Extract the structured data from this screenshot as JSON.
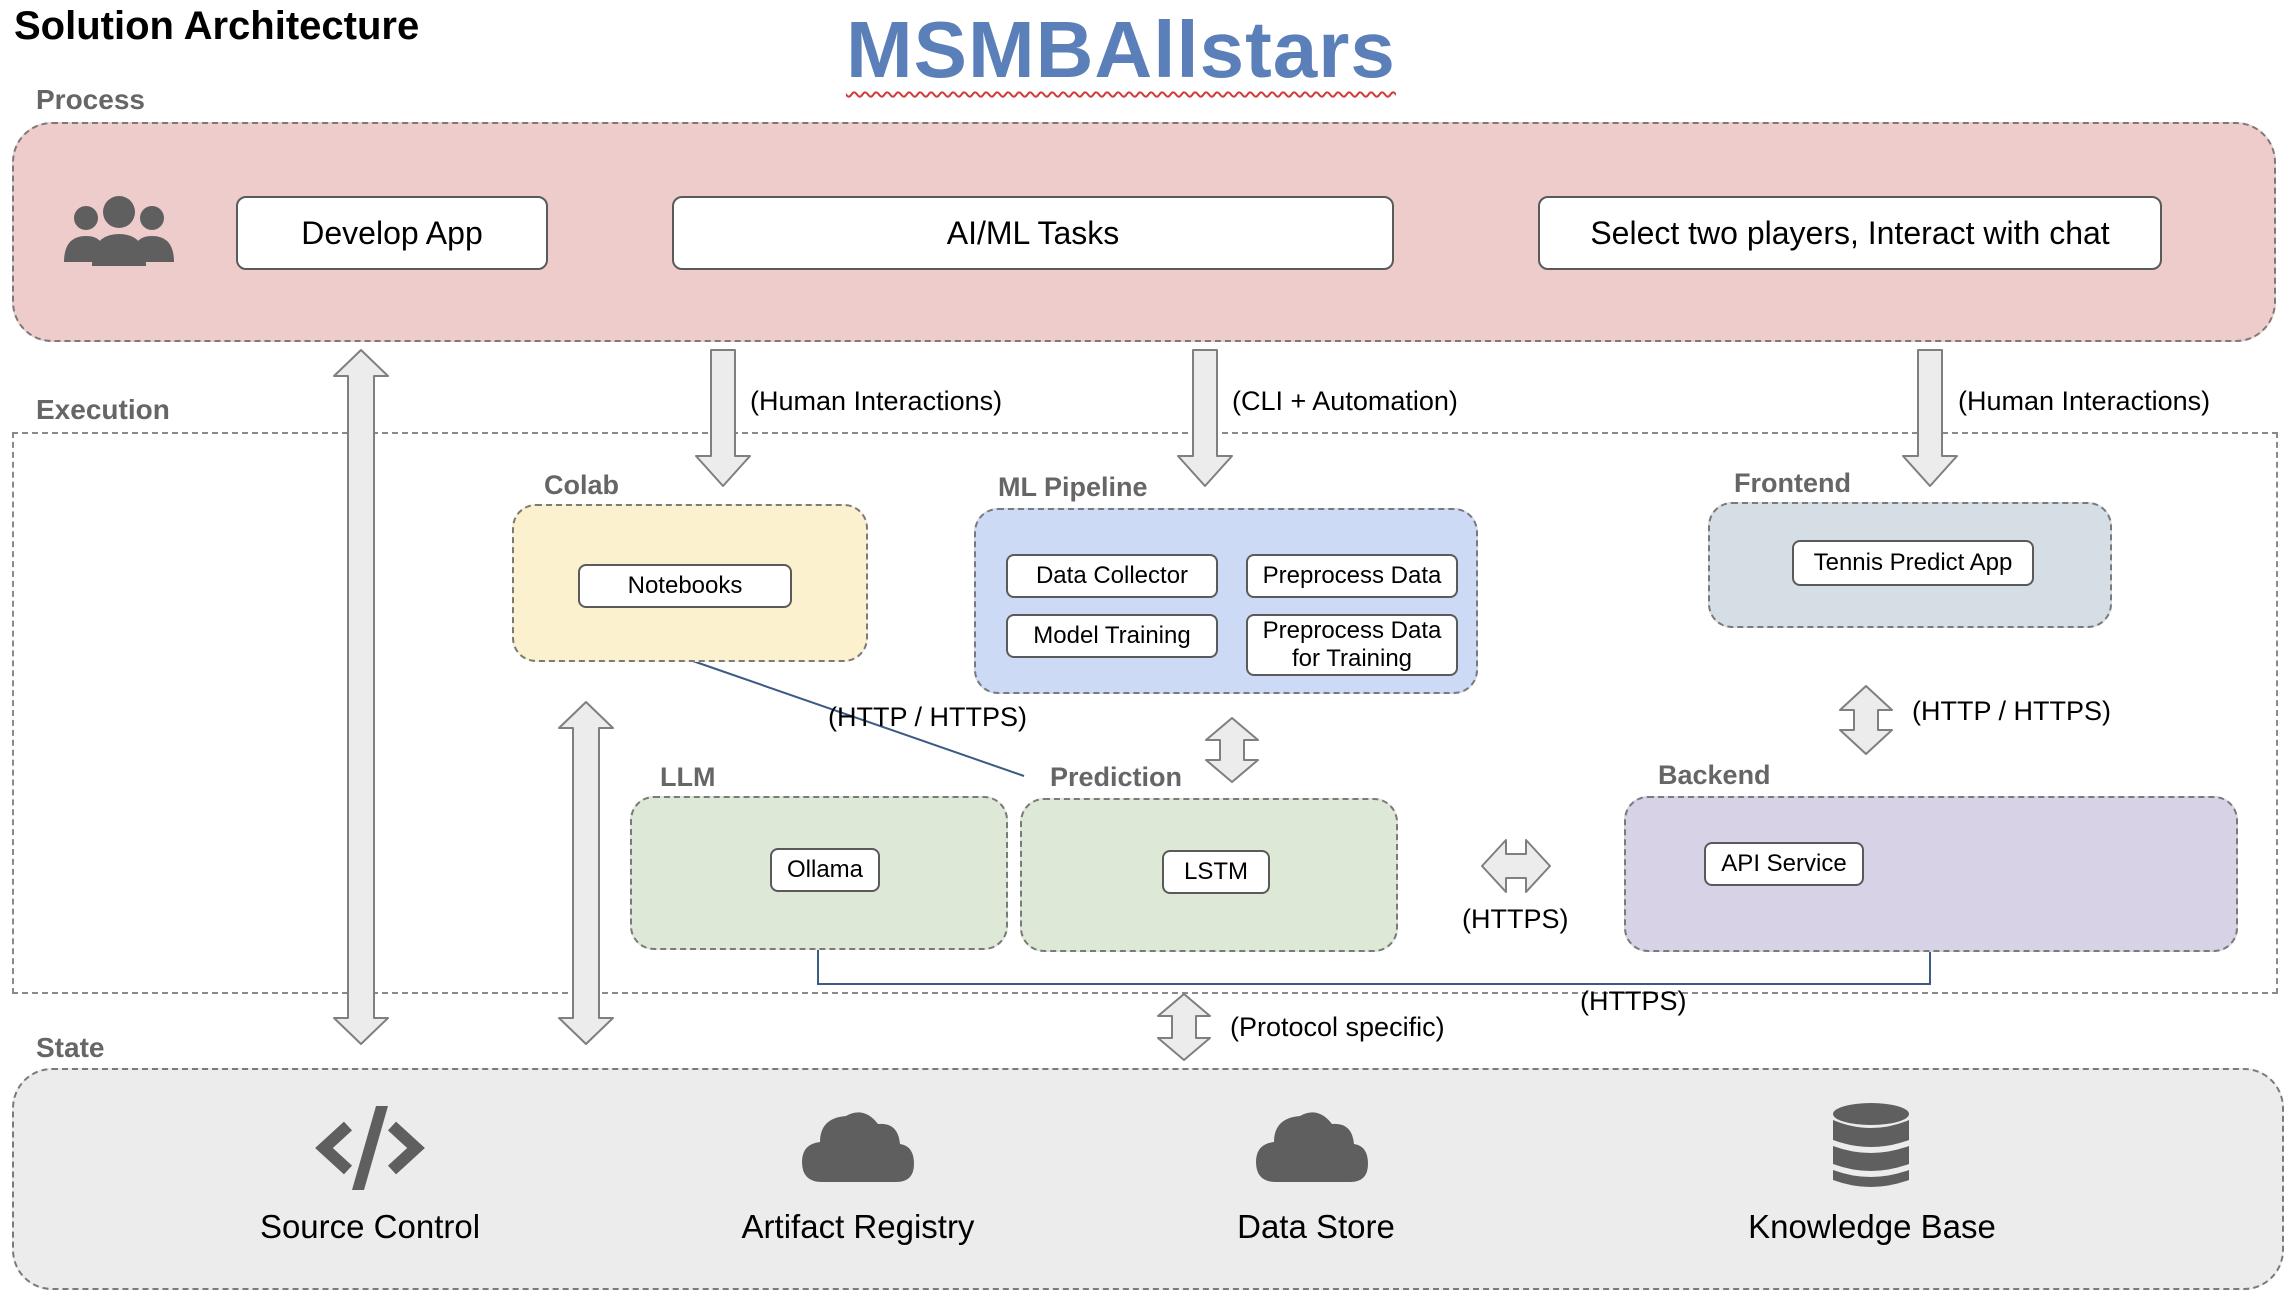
{
  "header": {
    "title": "Solution Architecture",
    "brand": "MSMBAllstars"
  },
  "sections": {
    "process": "Process",
    "execution": "Execution",
    "state": "State"
  },
  "process": {
    "icon": "users-icon",
    "steps": [
      "Develop App",
      "AI/ML Tasks",
      "Select two players, Interact with chat"
    ]
  },
  "execution": {
    "colab": {
      "label": "Colab",
      "items": [
        "Notebooks"
      ]
    },
    "ml_pipeline": {
      "label": "ML Pipeline",
      "items": [
        "Data Collector",
        "Preprocess Data",
        "Model Training",
        "Preprocess Data for Training"
      ]
    },
    "frontend": {
      "label": "Frontend",
      "items": [
        "Tennis Predict App"
      ]
    },
    "llm": {
      "label": "LLM",
      "items": [
        "Ollama"
      ]
    },
    "prediction": {
      "label": "Prediction",
      "items": [
        "LSTM"
      ]
    },
    "backend": {
      "label": "Backend",
      "items": [
        "API Service"
      ]
    }
  },
  "connections": {
    "human_interactions_1": "(Human Interactions)",
    "cli_automation": "(CLI + Automation)",
    "human_interactions_2": "(Human Interactions)",
    "http_https_colab": "(HTTP / HTTPS)",
    "http_https_frontend": "(HTTP / HTTPS)",
    "https_prediction_backend": "(HTTPS)",
    "https_llm_backend": "(HTTPS)",
    "protocol_specific": "(Protocol specific)"
  },
  "state": {
    "items": [
      {
        "label": "Source Control",
        "icon": "code-icon"
      },
      {
        "label": "Artifact Registry",
        "icon": "cloud-icon"
      },
      {
        "label": "Data Store",
        "icon": "cloud-icon"
      },
      {
        "label": "Knowledge Base",
        "icon": "database-icon"
      }
    ]
  },
  "colors": {
    "process_bg": "#eecccc",
    "colab_bg": "#fcf1cf",
    "ml_pipeline_bg": "#cddaf6",
    "frontend_bg": "#d4dee4",
    "llm_bg": "#dde8d6",
    "prediction_bg": "#dde8d6",
    "backend_bg": "#d8d2e6",
    "state_bg": "#ececec",
    "brand": "#5b7fb8",
    "connector_line": "#3b5a86"
  }
}
